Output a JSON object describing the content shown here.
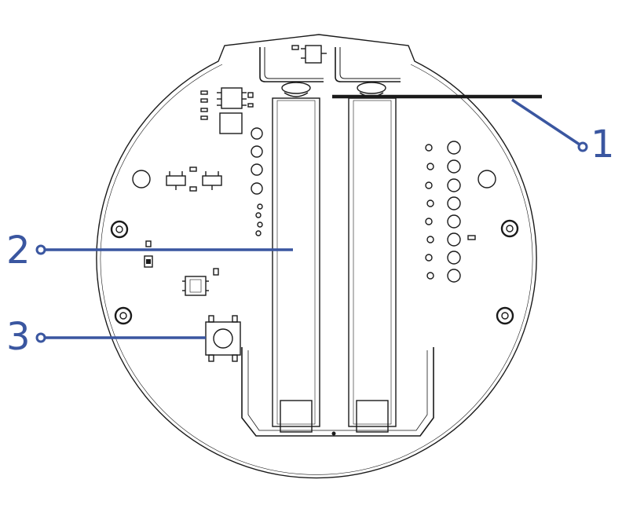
{
  "colors": {
    "callout": "#3a56a0",
    "outline": "#1a1a1a",
    "background": "#ffffff"
  },
  "callouts": [
    {
      "id": "1",
      "label": "1"
    },
    {
      "id": "2",
      "label": "2"
    },
    {
      "id": "3",
      "label": "3"
    }
  ]
}
